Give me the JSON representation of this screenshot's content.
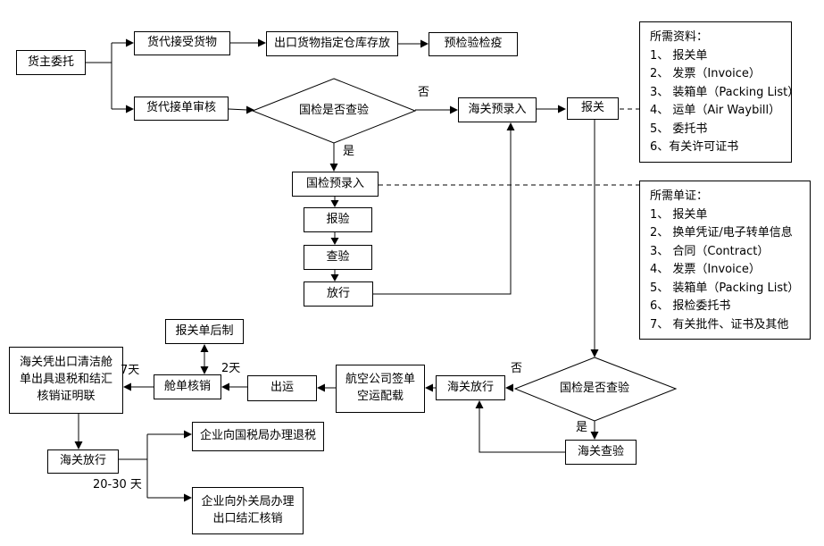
{
  "nodes": {
    "owner": "货主委托",
    "fwd_receive": "货代接受货物",
    "warehouse": "出口货物指定仓库存放",
    "pre_inspect": "预检验检疫",
    "fwd_review": "货代接单审核",
    "ciq_decision_top": "国检是否查验",
    "customs_preentry": "海关预录入",
    "declare": "报关",
    "ciq_preentry": "国检预录入",
    "inspection_apply": "报验",
    "inspection": "查验",
    "release": "放行",
    "decl_form_late": "报关单后制",
    "refund_proof": "海关凭出口清洁舱\n单出具退税和结汇\n核销证明联",
    "manifest_writeoff": "舱单核销",
    "shipment": "出运",
    "airline_loading": "航空公司签单\n空运配载",
    "customs_release_right": "海关放行",
    "ciq_decision_bottom": "国检是否查验",
    "customs_inspection": "海关查验",
    "customs_release_left": "海关放行",
    "tax_refund": "企业向国税局办理退税",
    "forex_writeoff": "企业向外关局办理\n出口结汇核销"
  },
  "edge_labels": {
    "no_top": "否",
    "yes_top": "是",
    "no_bottom": "否",
    "yes_bottom": "是",
    "days7": "7天",
    "days2": "2天",
    "days20_30": "20-30 天"
  },
  "panels": {
    "materials": {
      "title": "所需资料：",
      "items": [
        "1、 报关单",
        "2、 发票（Invoice）",
        "3、 装箱单（Packing List）",
        "4、 运单（Air Waybill）",
        "5、 委托书",
        "6、有关许可证书"
      ]
    },
    "documents": {
      "title": "所需单证：",
      "items": [
        "1、 报关单",
        "2、 换单凭证/电子转单信息",
        "3、 合同（Contract）",
        "4、 发票（Invoice）",
        "5、 装箱单（Packing List）",
        "6、 报检委托书",
        "7、 有关批件、证书及其他"
      ]
    }
  },
  "colors": {
    "line": "#000000",
    "background": "#ffffff",
    "box_border": "#000000",
    "text": "#000000"
  }
}
